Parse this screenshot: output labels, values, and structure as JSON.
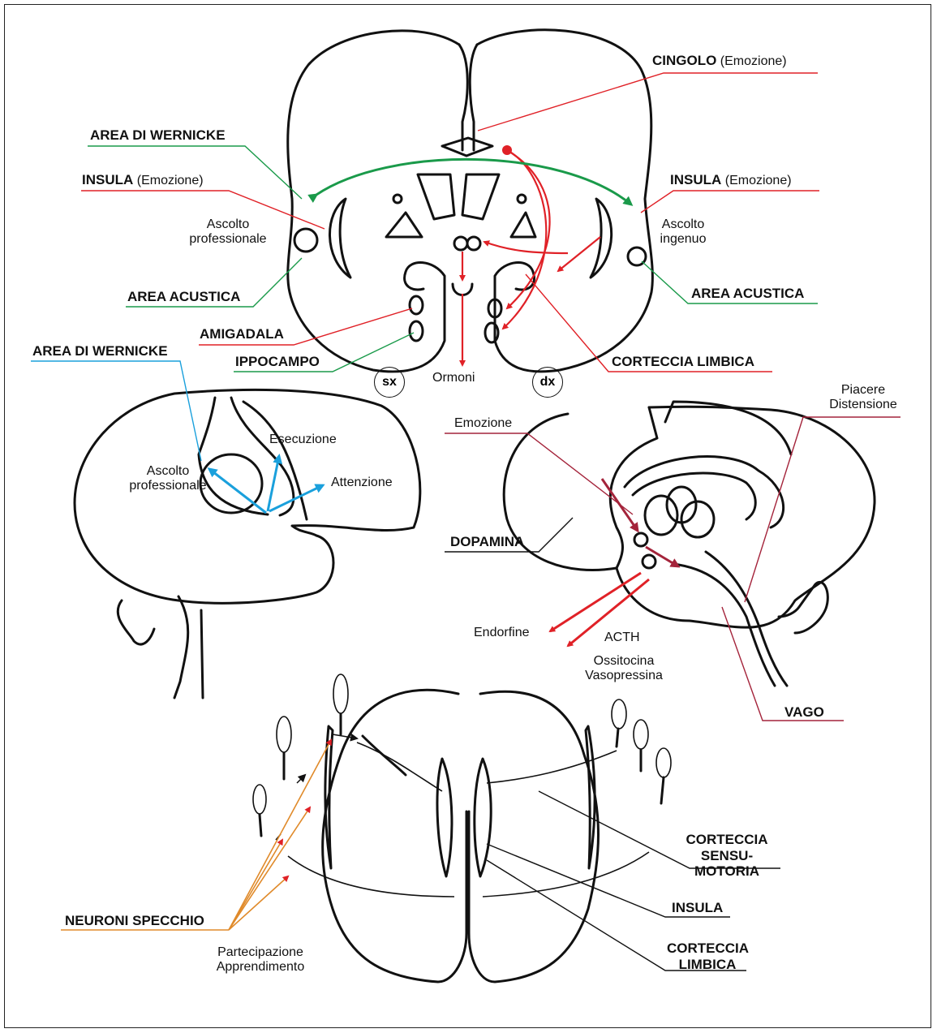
{
  "colors": {
    "green": "#1a9a4a",
    "red": "#e02127",
    "teal": "#1aa0dc",
    "maroon": "#a4243b",
    "orange": "#e08a2a",
    "dark": "#111111"
  },
  "top": {
    "cingolo": {
      "title": "CINGOLO",
      "note": "(Emozione)"
    },
    "wernicke": {
      "title": "AREA DI WERNICKE"
    },
    "insula_left": {
      "title": "INSULA",
      "note": "(Emozione)"
    },
    "insula_right": {
      "title": "INSULA",
      "note": "(Emozione)"
    },
    "ascolto_prof": "Ascolto professionale",
    "ascolto_ing": "Ascolto ingenuo",
    "acustica_left": {
      "title": "AREA ACUSTICA"
    },
    "acustica_right": {
      "title": "AREA ACUSTICA"
    },
    "amigadala": {
      "title": "AMIGADALA"
    },
    "ippocampo": {
      "title": "IPPOCAMPO"
    },
    "limbica": {
      "title": "CORTECCIA LIMBICA"
    },
    "ormoni": "Ormoni",
    "sx": "sx",
    "dx": "dx"
  },
  "middle_left": {
    "wernicke": {
      "title": "AREA DI WERNICKE"
    },
    "esecuzione": "Esecuzione",
    "ascolto_prof": "Ascolto professionale",
    "attenzione": "Attenzione"
  },
  "middle_right": {
    "emozione": "Emozione",
    "piacere": "Piacere Distensione",
    "dopamina": {
      "title": "DOPAMINA"
    },
    "endorfine": "Endorfine",
    "acth": "ACTH",
    "ossitocina": "Ossitocina Vasopressina",
    "vago": {
      "title": "VAGO"
    }
  },
  "bottom": {
    "sensu": {
      "title": "CORTECCIA SENSU-MOTORIA"
    },
    "insula": {
      "title": "INSULA"
    },
    "limbica": {
      "title": "CORTECCIA LIMBICA"
    },
    "neuroni": {
      "title": "NEURONI SPECCHIO"
    },
    "partecipazione": "Partecipazione Apprendimento"
  }
}
